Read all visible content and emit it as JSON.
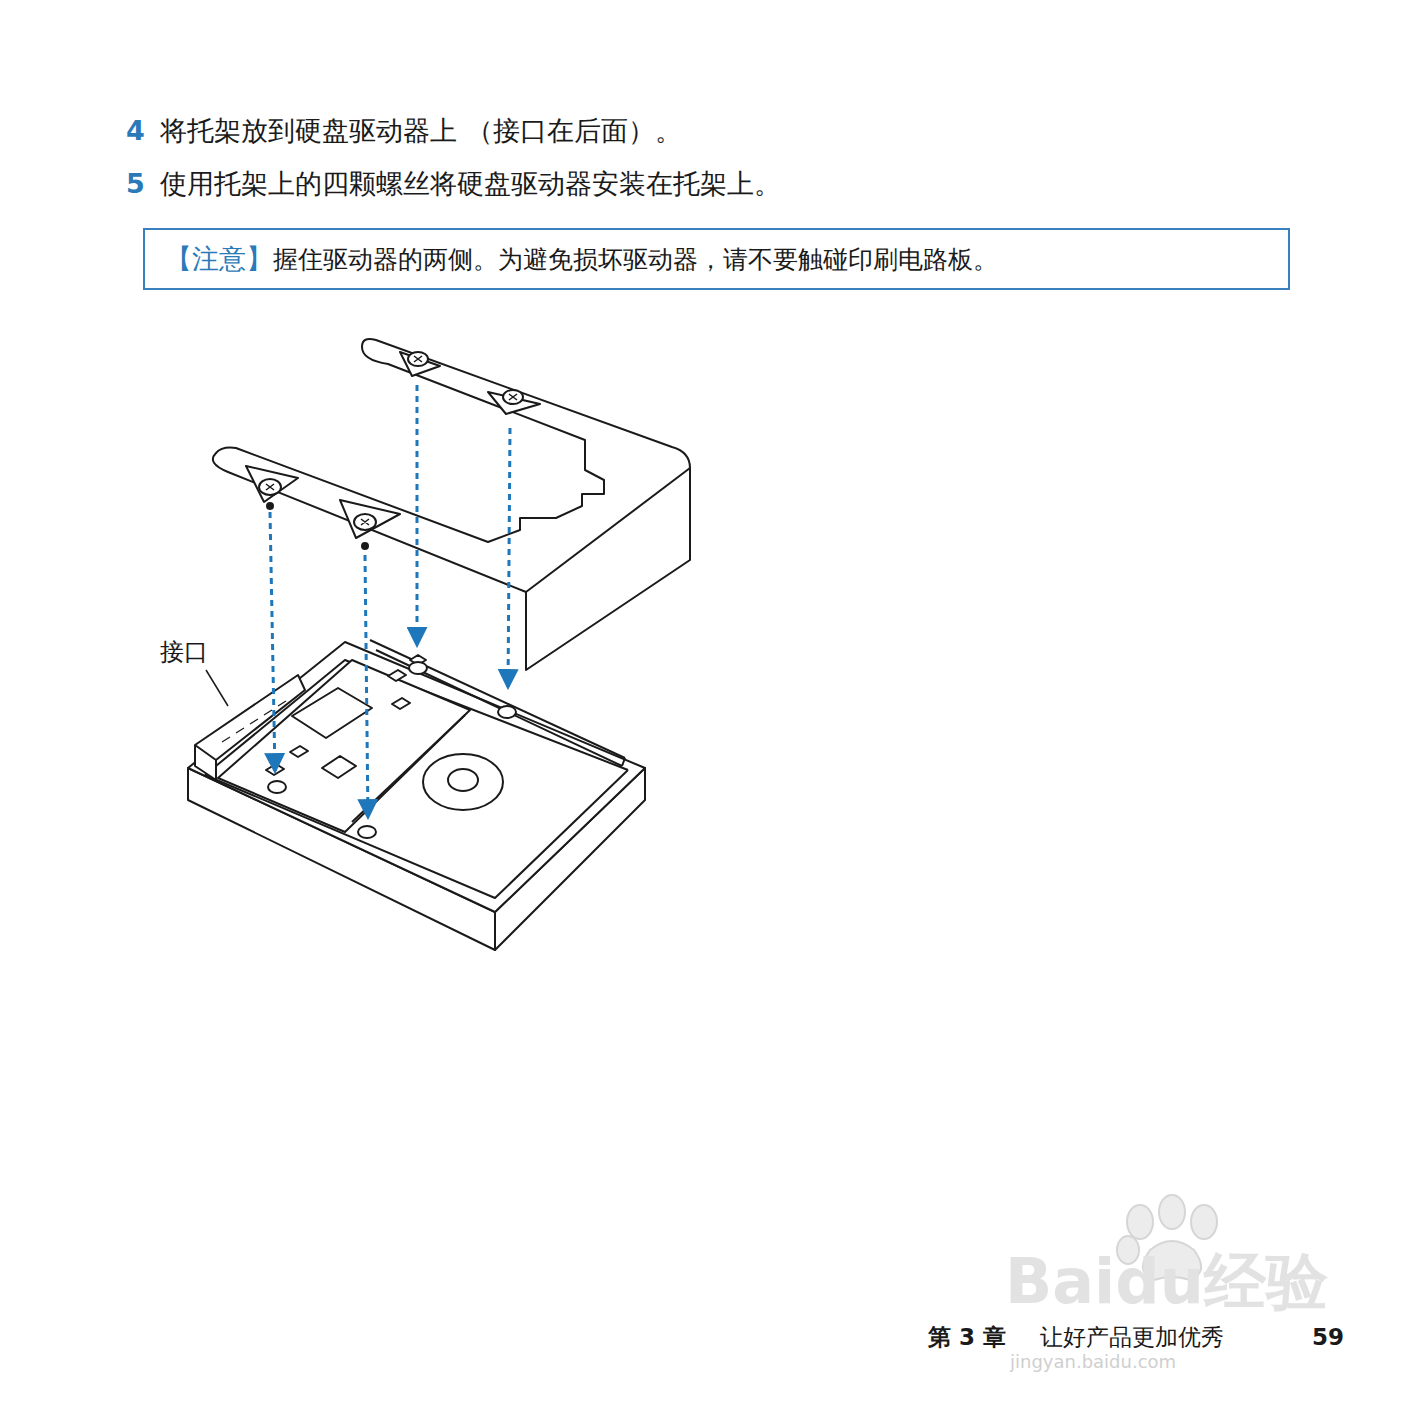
{
  "diagram": {
    "nodes": [
      {
        "text": [
          "【注意】",
          "握住驱动器的两侧。为避免损坏驱动器，请不要触碰印刷电路板。"
        ]
      }
    ],
    "edges": [],
    "labels": [
      "4",
      "将托架放到硬盘驱动器上 （接口在后面）。",
      "5",
      "使用托架上的四颗螺丝将硬盘驱动器安装在托架上。",
      "接口",
      "第 3 章",
      "让好产品更加优秀",
      "59",
      "Baidu经验",
      "jingyan.baidu.com"
    ]
  }
}
